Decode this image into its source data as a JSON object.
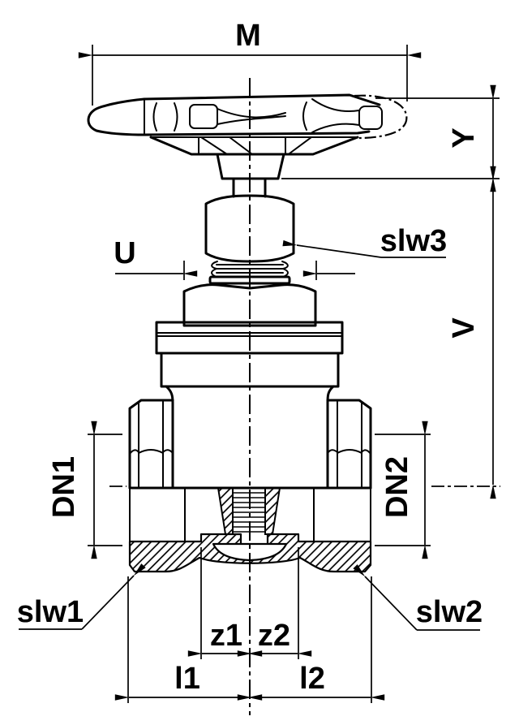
{
  "labels": {
    "m": "M",
    "y": "Y",
    "v": "V",
    "u": "U",
    "slw1": "slw1",
    "slw2": "slw2",
    "slw3": "slw3",
    "dn1": "DN1",
    "dn2": "DN2",
    "z1": "z1",
    "z2": "z2",
    "l1": "l1",
    "l2": "l2"
  },
  "colors": {
    "ink": "#000000",
    "background": "#ffffff"
  }
}
